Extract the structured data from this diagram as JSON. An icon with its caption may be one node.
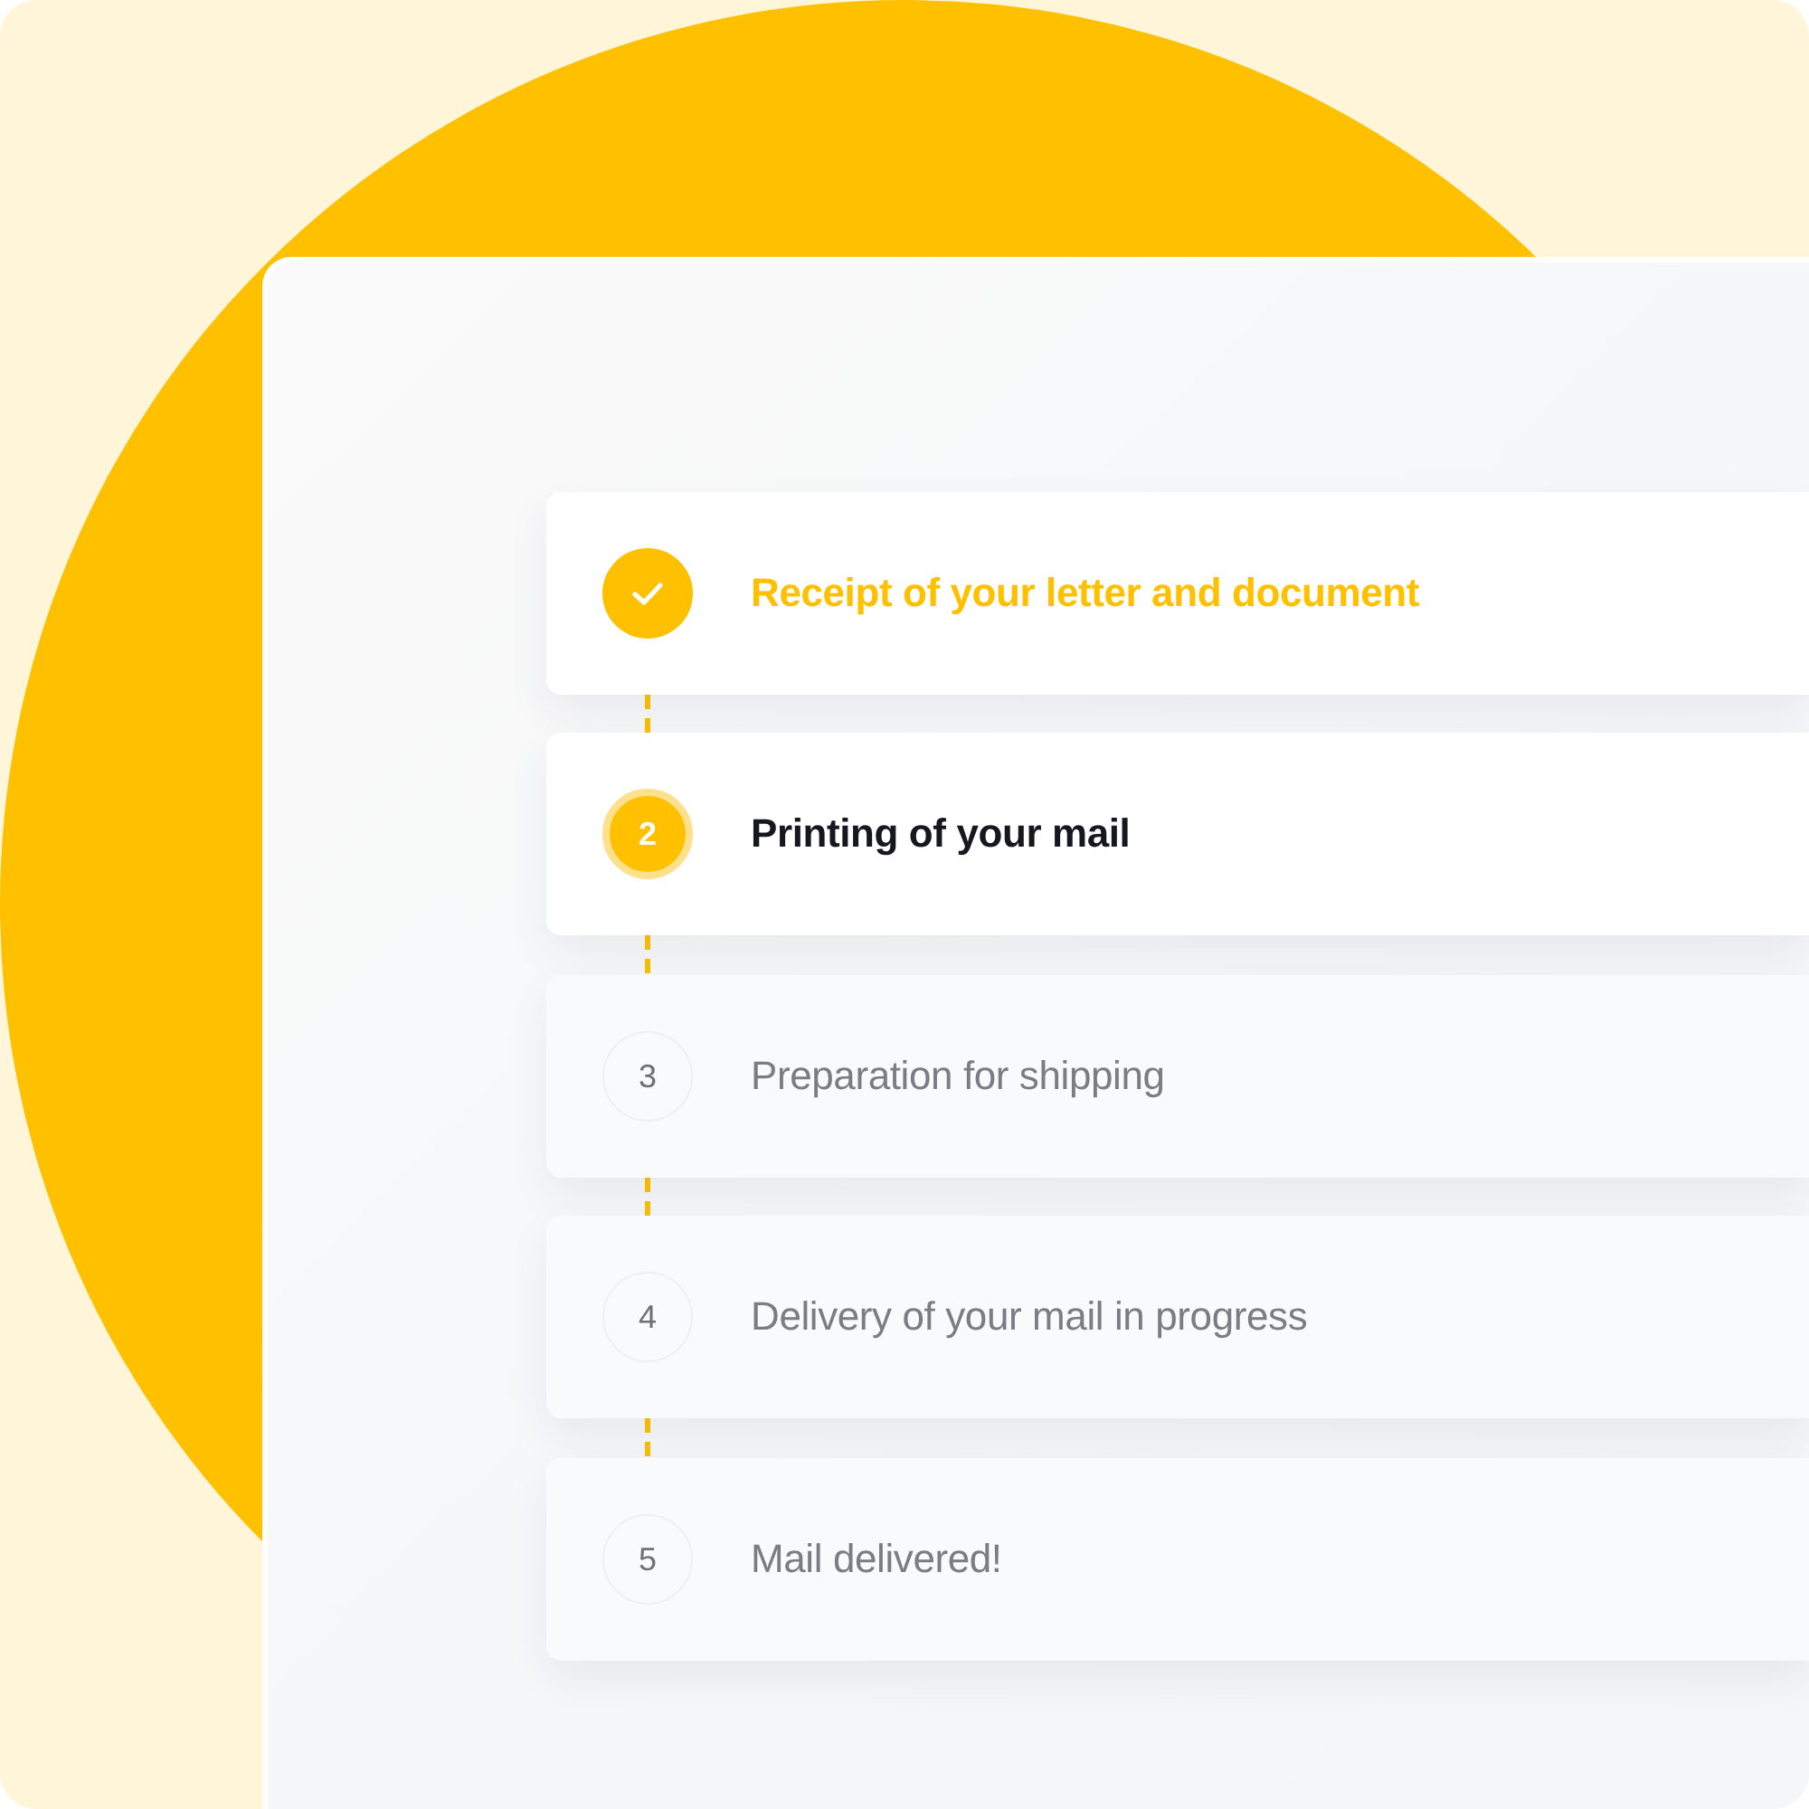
{
  "diagram": {
    "nodes": [
      {
        "text": [
          "Receipt of your letter and document"
        ]
      },
      {
        "text": [],
        "shape": "circle",
        "in": 0
      },
      {
        "text": [
          "Printing of your mail"
        ]
      },
      {
        "text": [
          "2"
        ],
        "in": 2
      },
      {
        "text": [
          "Preparation for shipping"
        ]
      },
      {
        "text": [
          "3"
        ],
        "in": 4
      },
      {
        "text": [
          "Delivery of your mail in progress"
        ]
      },
      {
        "text": [
          "4"
        ],
        "in": 6
      },
      {
        "text": [
          "Mail delivered!"
        ]
      },
      {
        "text": [
          "5"
        ],
        "in": 8
      }
    ],
    "edges": [
      {
        "from": 0,
        "to": 2,
        "arrow": "none",
        "style": "dashed"
      },
      {
        "from": 2,
        "to": 4,
        "arrow": "none",
        "style": "dashed"
      },
      {
        "from": 4,
        "to": 6,
        "arrow": "none",
        "style": "dashed"
      },
      {
        "from": 6,
        "to": 8,
        "arrow": "none",
        "style": "dashed"
      }
    ]
  }
}
